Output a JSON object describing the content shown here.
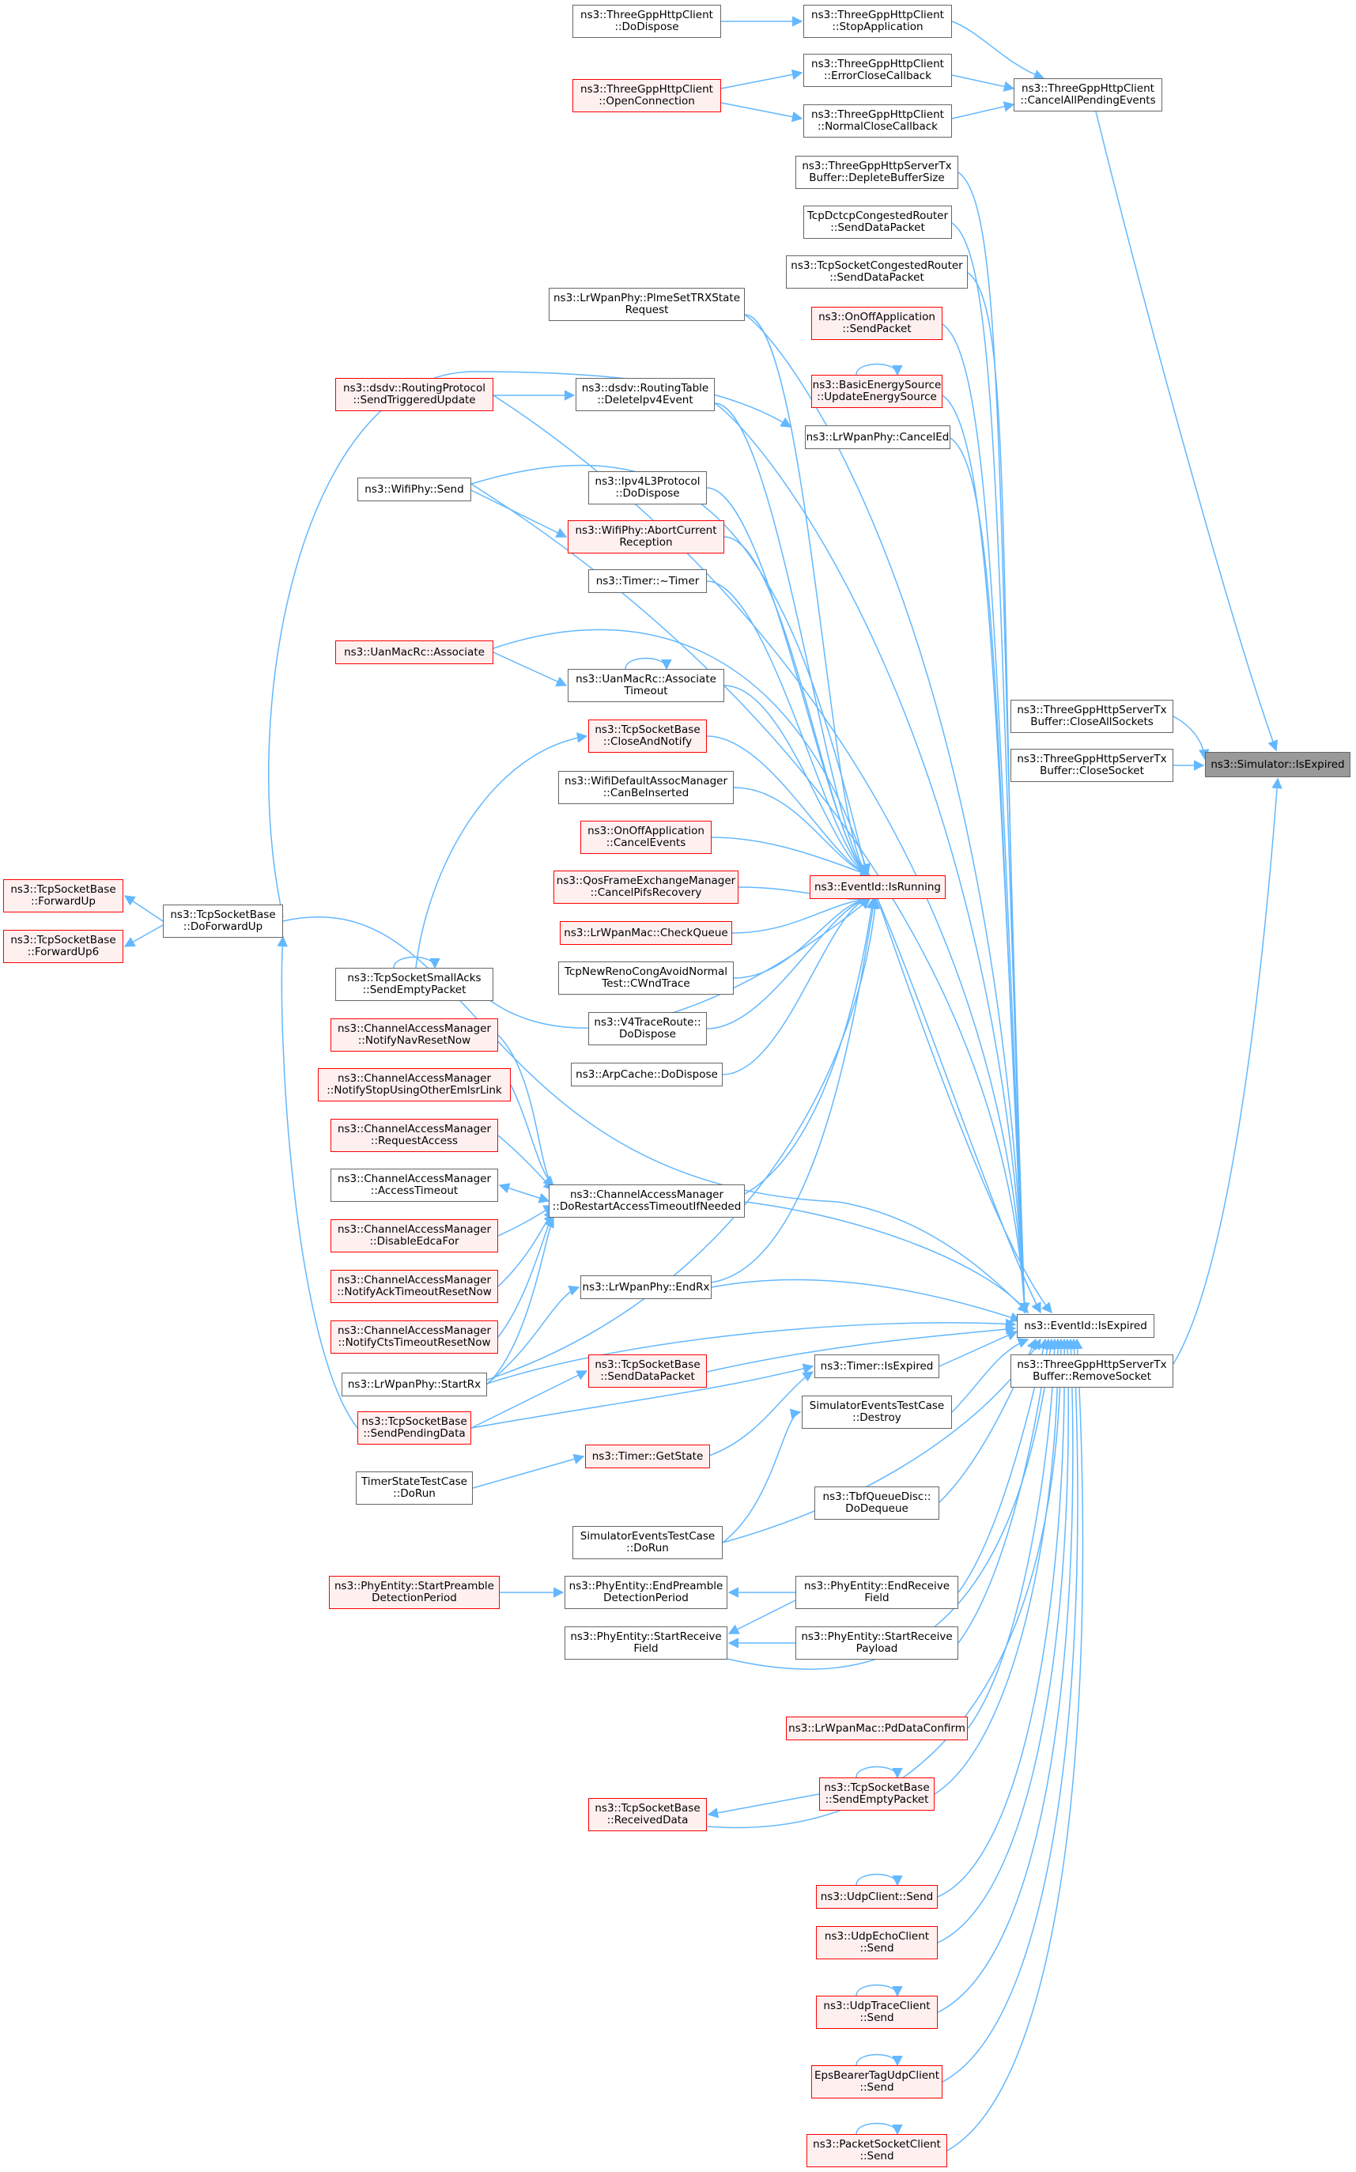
{
  "colors": {
    "edge": "#63b8ff",
    "node_border": "#666666",
    "node_fill": "#ffffff",
    "missing_border": "#ff0000",
    "missing_fill": "#fff0f0",
    "target_fill": "#999999"
  },
  "nodes": {
    "simulator_isexpired": {
      "lines": [
        "ns3::Simulator::IsExpired"
      ]
    },
    "tghttpserver_closeallsockets": {
      "lines": [
        "ns3::ThreeGppHttpServerTx",
        "Buffer::CloseAllSockets"
      ]
    },
    "tghttpserver_closesocket": {
      "lines": [
        "ns3::ThreeGppHttpServerTx",
        "Buffer::CloseSocket"
      ]
    },
    "tghttpclient_cancelallpending": {
      "lines": [
        "ns3::ThreeGppHttpClient",
        "::CancelAllPendingEvents"
      ]
    },
    "tghttpclient_stopapplication": {
      "lines": [
        "ns3::ThreeGppHttpClient",
        "::StopApplication"
      ]
    },
    "tghttpclient_dodispose": {
      "lines": [
        "ns3::ThreeGppHttpClient",
        "::DoDispose"
      ]
    },
    "tghttpclient_errorclose": {
      "lines": [
        "ns3::ThreeGppHttpClient",
        "::ErrorCloseCallback"
      ]
    },
    "tghttpclient_openconnection": {
      "lines": [
        "ns3::ThreeGppHttpClient",
        "::OpenConnection"
      ]
    },
    "tghttpclient_normalclose": {
      "lines": [
        "ns3::ThreeGppHttpClient",
        "::NormalCloseCallback"
      ]
    },
    "tghttpserver_depletebuffer": {
      "lines": [
        "ns3::ThreeGppHttpServerTx",
        "Buffer::DepleteBufferSize"
      ]
    },
    "tcpdctcp_senddatapacket": {
      "lines": [
        "TcpDctcpCongestedRouter",
        "::SendDataPacket"
      ]
    },
    "tcpsocket_congested_senddata": {
      "lines": [
        "ns3::TcpSocketCongestedRouter",
        "::SendDataPacket"
      ]
    },
    "onoff_sendpacket": {
      "lines": [
        "ns3::OnOffApplication",
        "::SendPacket"
      ]
    },
    "basicenergy_update": {
      "lines": [
        "ns3::BasicEnergySource",
        "::UpdateEnergySource"
      ]
    },
    "lrwpanphy_plmesettrx": {
      "lines": [
        "ns3::LrWpanPhy::PlmeSetTRXState",
        "Request"
      ]
    },
    "lrwpanphy_canceled": {
      "lines": [
        "ns3::LrWpanPhy::CancelEd"
      ]
    },
    "dsdv_sendtriggered": {
      "lines": [
        "ns3::dsdv::RoutingProtocol",
        "::SendTriggeredUpdate"
      ]
    },
    "dsdv_deleteipv4event": {
      "lines": [
        "ns3::dsdv::RoutingTable",
        "::DeleteIpv4Event"
      ]
    },
    "wifiphy_send": {
      "lines": [
        "ns3::WifiPhy::Send"
      ]
    },
    "ipv4l3_dodispose": {
      "lines": [
        "ns3::Ipv4L3Protocol",
        "::DoDispose"
      ]
    },
    "wifiphy_abortcurrent": {
      "lines": [
        "ns3::WifiPhy::AbortCurrent",
        "Reception"
      ]
    },
    "timer_destructor": {
      "lines": [
        "ns3::Timer::~Timer"
      ]
    },
    "uanmacrc_associate": {
      "lines": [
        "ns3::UanMacRc::Associate"
      ]
    },
    "uanmacrc_associatetimeout": {
      "lines": [
        "ns3::UanMacRc::Associate",
        "Timeout"
      ]
    },
    "tcpsocketbase_closeandnotify": {
      "lines": [
        "ns3::TcpSocketBase",
        "::CloseAndNotify"
      ]
    },
    "wifidefault_canbeinserted": {
      "lines": [
        "ns3::WifiDefaultAssocManager",
        "::CanBeInserted"
      ]
    },
    "onoff_cancelevents": {
      "lines": [
        "ns3::OnOffApplication",
        "::CancelEvents"
      ]
    },
    "eventid_isrunning": {
      "lines": [
        "ns3::EventId::IsRunning"
      ]
    },
    "qosframe_cancelpifs": {
      "lines": [
        "ns3::QosFrameExchangeManager",
        "::CancelPifsRecovery"
      ]
    },
    "lrwpanmac_checkqueue": {
      "lines": [
        "ns3::LrWpanMac::CheckQueue"
      ]
    },
    "tcpnewreno_cwndtrace": {
      "lines": [
        "TcpNewRenoCongAvoidNormal",
        "Test::CWndTrace"
      ]
    },
    "v4traceroute_dodispose": {
      "lines": [
        "ns3::V4TraceRoute::",
        "DoDispose"
      ]
    },
    "arpcache_dodispose": {
      "lines": [
        "ns3::ArpCache::DoDispose"
      ]
    },
    "tcpsocketbase_forwardup": {
      "lines": [
        "ns3::TcpSocketBase",
        "::ForwardUp"
      ]
    },
    "tcpsocketbase_forwardup6": {
      "lines": [
        "ns3::TcpSocketBase",
        "::ForwardUp6"
      ]
    },
    "tcpsocketbase_doforwardup": {
      "lines": [
        "ns3::TcpSocketBase",
        "::DoForwardUp"
      ]
    },
    "tcpsmallacks_sendempty": {
      "lines": [
        "ns3::TcpSocketSmallAcks",
        "::SendEmptyPacket"
      ]
    },
    "cam_notifynavreset": {
      "lines": [
        "ns3::ChannelAccessManager",
        "::NotifyNavResetNow"
      ]
    },
    "cam_notifystopusing": {
      "lines": [
        "ns3::ChannelAccessManager",
        "::NotifyStopUsingOtherEmlsrLink"
      ]
    },
    "cam_requestaccess": {
      "lines": [
        "ns3::ChannelAccessManager",
        "::RequestAccess"
      ]
    },
    "cam_accesstimeout": {
      "lines": [
        "ns3::ChannelAccessManager",
        "::AccessTimeout"
      ]
    },
    "cam_dorestart": {
      "lines": [
        "ns3::ChannelAccessManager",
        "::DoRestartAccessTimeoutIfNeeded"
      ]
    },
    "cam_disableedca": {
      "lines": [
        "ns3::ChannelAccessManager",
        "::DisableEdcaFor"
      ]
    },
    "cam_notifyacktimeout": {
      "lines": [
        "ns3::ChannelAccessManager",
        "::NotifyAckTimeoutResetNow"
      ]
    },
    "cam_notifyctstimeout": {
      "lines": [
        "ns3::ChannelAccessManager",
        "::NotifyCtsTimeoutResetNow"
      ]
    },
    "lrwpanphy_endrx": {
      "lines": [
        "ns3::LrWpanPhy::EndRx"
      ]
    },
    "eventid_isexpired": {
      "lines": [
        "ns3::EventId::IsExpired"
      ]
    },
    "tghttpserver_removesocket": {
      "lines": [
        "ns3::ThreeGppHttpServerTx",
        "Buffer::RemoveSocket"
      ]
    },
    "lrwpanphy_startrx": {
      "lines": [
        "ns3::LrWpanPhy::StartRx"
      ]
    },
    "tcpsocketbase_senddatapacket": {
      "lines": [
        "ns3::TcpSocketBase",
        "::SendDataPacket"
      ]
    },
    "timer_isexpired": {
      "lines": [
        "ns3::Timer::IsExpired"
      ]
    },
    "tcpsocketbase_sendpending": {
      "lines": [
        "ns3::TcpSocketBase",
        "::SendPendingData"
      ]
    },
    "simevents_destroy": {
      "lines": [
        "SimulatorEventsTestCase",
        "::Destroy"
      ]
    },
    "timer_getstate": {
      "lines": [
        "ns3::Timer::GetState"
      ]
    },
    "timerstate_dorun": {
      "lines": [
        "TimerStateTestCase",
        "::DoRun"
      ]
    },
    "tbfqueue_dodequeue": {
      "lines": [
        "ns3::TbfQueueDisc::",
        "DoDequeue"
      ]
    },
    "simevents_dorun": {
      "lines": [
        "SimulatorEventsTestCase",
        "::DoRun"
      ]
    },
    "phyentity_startpreamble": {
      "lines": [
        "ns3::PhyEntity::StartPreamble",
        "DetectionPeriod"
      ]
    },
    "phyentity_endpreamble": {
      "lines": [
        "ns3::PhyEntity::EndPreamble",
        "DetectionPeriod"
      ]
    },
    "phyentity_endreceivefield": {
      "lines": [
        "ns3::PhyEntity::EndReceive",
        "Field"
      ]
    },
    "phyentity_startreceivefield": {
      "lines": [
        "ns3::PhyEntity::StartReceive",
        "Field"
      ]
    },
    "phyentity_startreceivepayload": {
      "lines": [
        "ns3::PhyEntity::StartReceive",
        "Payload"
      ]
    },
    "lrwpanmac_pddataconfirm": {
      "lines": [
        "ns3::LrWpanMac::PdDataConfirm"
      ]
    },
    "tcpsocketbase_sendemptypacket": {
      "lines": [
        "ns3::TcpSocketBase",
        "::SendEmptyPacket"
      ]
    },
    "tcpsocketbase_receiveddata": {
      "lines": [
        "ns3::TcpSocketBase",
        "::ReceivedData"
      ]
    },
    "udpclient_send": {
      "lines": [
        "ns3::UdpClient::Send"
      ]
    },
    "udpechoclient_send": {
      "lines": [
        "ns3::UdpEchoClient",
        "::Send"
      ]
    },
    "udptraceclient_send": {
      "lines": [
        "ns3::UdpTraceClient",
        "::Send"
      ]
    },
    "epsbearer_send": {
      "lines": [
        "EpsBearerTagUdpClient",
        "::Send"
      ]
    },
    "packetsocketclient_send": {
      "lines": [
        "ns3::PacketSocketClient",
        "::Send"
      ]
    }
  }
}
